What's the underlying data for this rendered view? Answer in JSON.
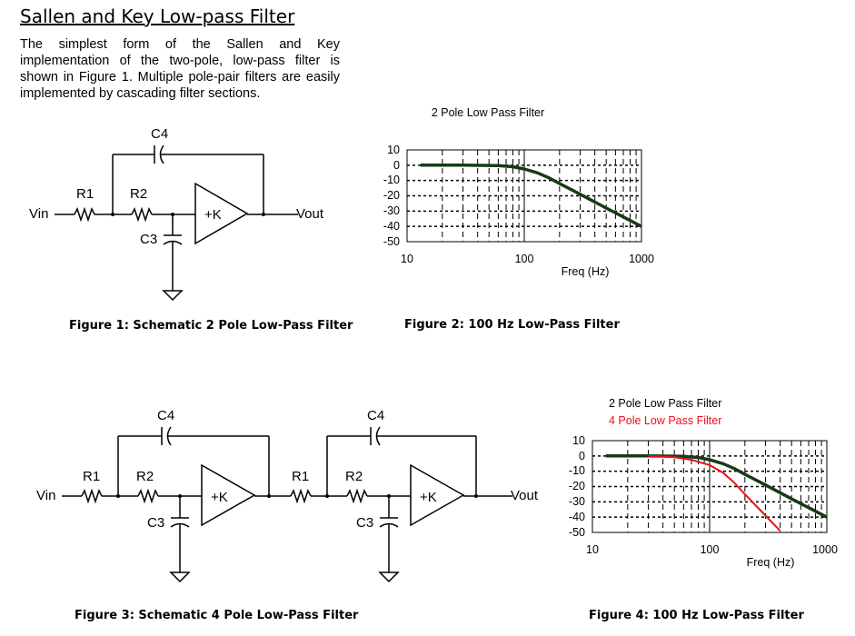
{
  "page": {
    "title": "Sallen and Key Low-pass Filter",
    "intro": "The simplest form of the Sallen and Key implementation of the two-pole, low-pass filter is shown in Figure 1. Multiple pole-pair filters are easily implemented by cascading filter sections."
  },
  "figure1": {
    "caption": "Figure 1: Schematic 2 Pole Low-Pass Filter",
    "labels": {
      "vin": "Vin",
      "vout": "Vout",
      "r1": "R1",
      "r2": "R2",
      "c3": "C3",
      "c4": "C4",
      "amp": "+K"
    }
  },
  "figure2": {
    "caption": "Figure 2: 100 Hz Low-Pass Filter",
    "title": "2 Pole Low Pass Filter",
    "xlabel": "Freq (Hz)",
    "xticks": [
      "10",
      "100",
      "1000"
    ],
    "yticks": [
      "10",
      "0",
      "-10",
      "-20",
      "-30",
      "-40",
      "-50"
    ]
  },
  "figure3": {
    "caption": "Figure 3: Schematic 4 Pole Low-Pass Filter",
    "labels": {
      "vin": "Vin",
      "vout": "Vout",
      "r1": "R1",
      "r2": "R2",
      "c3": "C3",
      "c4": "C4",
      "amp": "+K"
    }
  },
  "figure4": {
    "caption": "Figure 4: 100 Hz Low-Pass Filter",
    "title": "2 Pole Low Pass Filter",
    "subtitle": "4 Pole Low Pass Filter",
    "xlabel": "Freq (Hz)",
    "xticks": [
      "10",
      "100",
      "1000"
    ],
    "yticks": [
      "10",
      "0",
      "-10",
      "-20",
      "-30",
      "-40",
      "-50"
    ]
  },
  "chart_data": [
    {
      "type": "line",
      "title": "2 Pole Low Pass Filter",
      "xlabel": "Freq (Hz)",
      "ylabel": "",
      "xscale": "log",
      "xlim": [
        10,
        1000
      ],
      "ylim": [
        -50,
        10
      ],
      "grid": true,
      "series": [
        {
          "color": "#163a16",
          "x": [
            13,
            30,
            60,
            80,
            100,
            130,
            160,
            200,
            300,
            500,
            1000
          ],
          "y": [
            0,
            0,
            -0.3,
            -1,
            -2.5,
            -5,
            -8,
            -12,
            -19,
            -28,
            -40
          ]
        }
      ]
    },
    {
      "type": "line",
      "title": "2 Pole Low Pass Filter",
      "xlabel": "Freq (Hz)",
      "ylabel": "",
      "xscale": "log",
      "xlim": [
        10,
        1000
      ],
      "ylim": [
        -50,
        10
      ],
      "grid": true,
      "series": [
        {
          "name": "2 Pole Low Pass Filter",
          "color": "#163a16",
          "x": [
            13,
            30,
            60,
            80,
            100,
            130,
            160,
            200,
            300,
            500,
            1000
          ],
          "y": [
            0,
            0,
            -0.3,
            -1,
            -2.5,
            -5,
            -8,
            -12,
            -19,
            -28,
            -40
          ]
        },
        {
          "name": "4 Pole Low Pass Filter",
          "color": "#e8101a",
          "x": [
            30,
            50,
            70,
            100,
            130,
            160,
            200,
            300,
            400
          ],
          "y": [
            0,
            -0.8,
            -2.5,
            -6,
            -11,
            -17,
            -25,
            -39,
            -49
          ]
        }
      ]
    }
  ]
}
